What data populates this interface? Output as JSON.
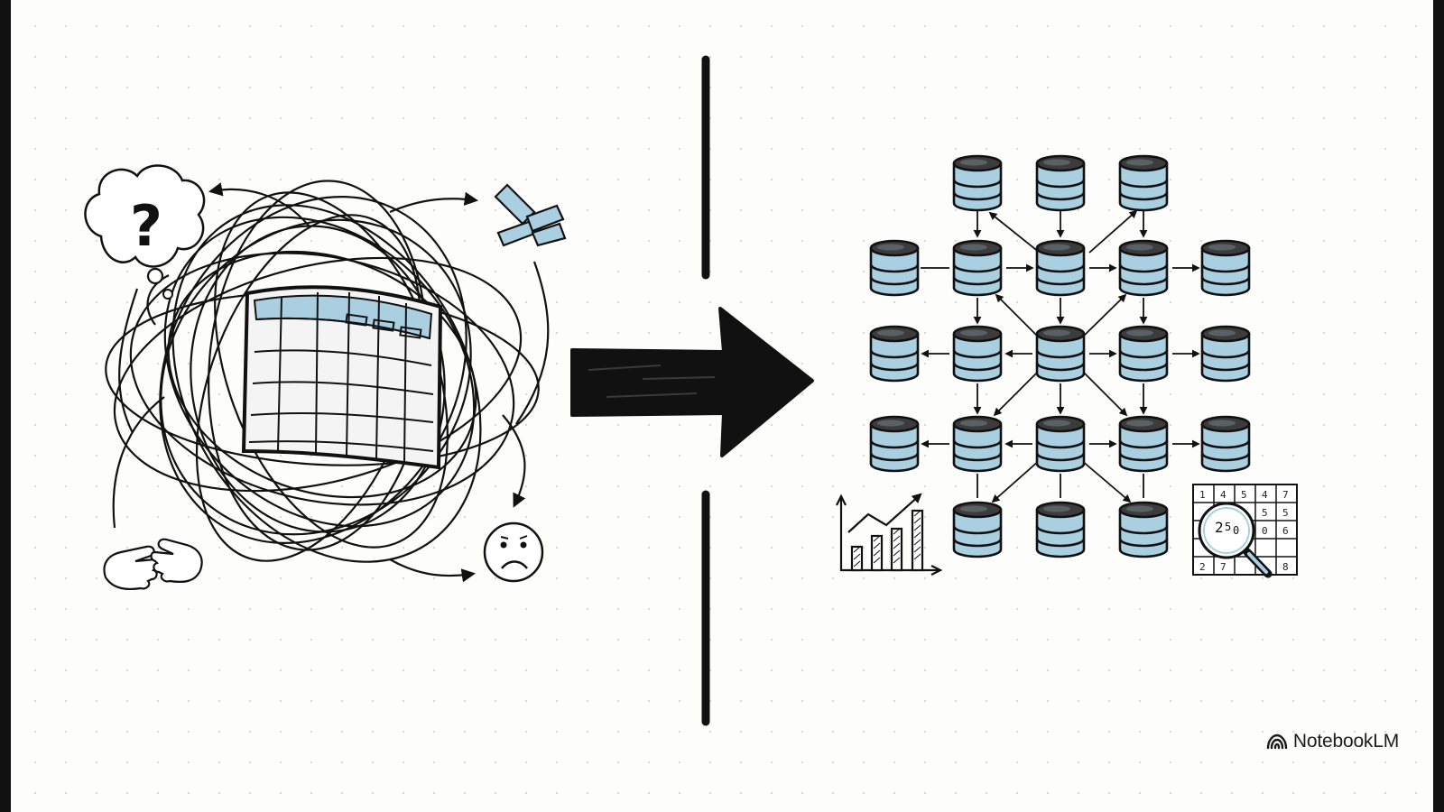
{
  "brand": {
    "name": "NotebookLM",
    "icon": "notebooklm-logo-icon"
  },
  "left_panel": {
    "icons": [
      "question-cloud-icon",
      "spreadsheet-icon",
      "broken-blocks-icon",
      "open-hands-icon",
      "sad-face-icon"
    ]
  },
  "center": {
    "icons": [
      "big-arrow-icon"
    ]
  },
  "right_panel": {
    "icons": [
      "database-icon",
      "bar-chart-icon",
      "magnifier-grid-icon"
    ],
    "magnifier_grid": {
      "numbers": [
        "1",
        "4",
        "5",
        "4",
        "7",
        "5",
        "5",
        "0",
        "6",
        "2",
        "7",
        "8"
      ],
      "lens_text": [
        "2",
        "5",
        "0"
      ]
    }
  },
  "colors": {
    "accent_blue": "#a9cfe0",
    "ink": "#111111",
    "background": "#fdfdfc"
  }
}
